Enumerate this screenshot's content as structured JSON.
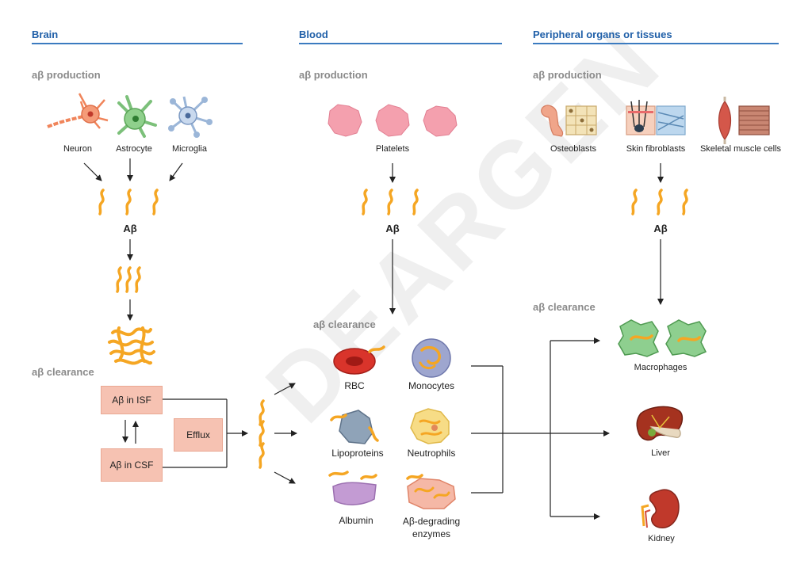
{
  "columns": {
    "brain": "Brain",
    "blood": "Blood",
    "peripheral": "Peripheral organs or tissues"
  },
  "brain": {
    "production_label": "aβ production",
    "cells": [
      "Neuron",
      "Astrocyte",
      "Microglia"
    ],
    "abeta": "Aβ",
    "clearance_label": "aβ clearance",
    "isf": "Aβ in ISF",
    "csf": "Aβ in CSF",
    "efflux": "Efflux"
  },
  "blood": {
    "production_label": "aβ production",
    "platelets": "Platelets",
    "abeta": "Aβ",
    "clearance_label": "aβ clearance",
    "rbc": "RBC",
    "monocytes": "Monocytes",
    "lipoproteins": "Lipoproteins",
    "neutrophils": "Neutrophils",
    "albumin": "Albumin",
    "enzymes": "Aβ-degrading enzymes"
  },
  "peripheral": {
    "production_label": "aβ production",
    "cells": [
      "Osteoblasts",
      "Skin fibroblasts",
      "Skeletal muscle cells"
    ],
    "abeta": "Aβ",
    "clearance_label": "aβ clearance",
    "macrophages": "Macrophages",
    "liver": "Liver",
    "kidney": "Kidney"
  },
  "watermark": "DEARGEN",
  "colors": {
    "header": "#1f5fa8",
    "abeta": "#f5a623",
    "box": "#f6c2b2"
  }
}
